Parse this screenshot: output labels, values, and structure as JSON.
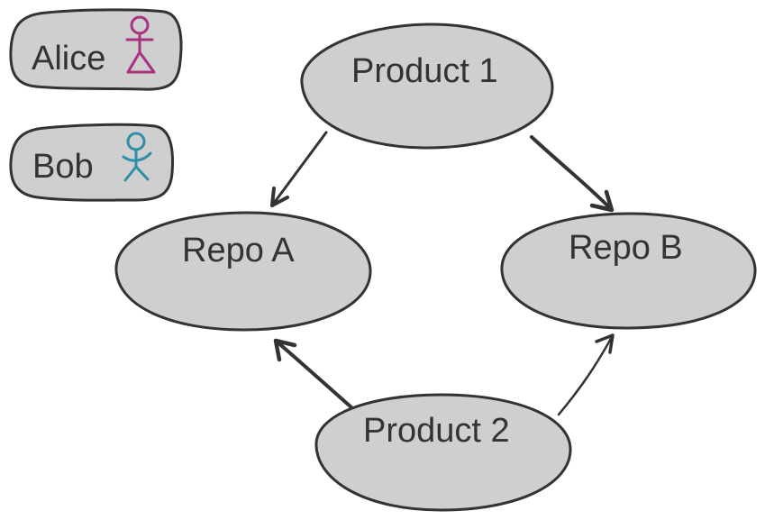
{
  "people": [
    {
      "name": "Alice",
      "color": "#a8327f",
      "icon": "stick-figure-woman-icon"
    },
    {
      "name": "Bob",
      "color": "#2f8fa8",
      "icon": "stick-figure-man-icon"
    }
  ],
  "nodes": {
    "product_1": "Product 1",
    "product_2": "Product 2",
    "repo_a": "Repo A",
    "repo_b": "Repo B"
  },
  "colors": {
    "fill": "#cfcfcf",
    "stroke": "#333333",
    "text": "#333333"
  },
  "edges": [
    {
      "from": "Product 1",
      "to": "Repo A"
    },
    {
      "from": "Product 1",
      "to": "Repo B"
    },
    {
      "from": "Product 2",
      "to": "Repo A"
    },
    {
      "from": "Product 2",
      "to": "Repo B"
    }
  ]
}
